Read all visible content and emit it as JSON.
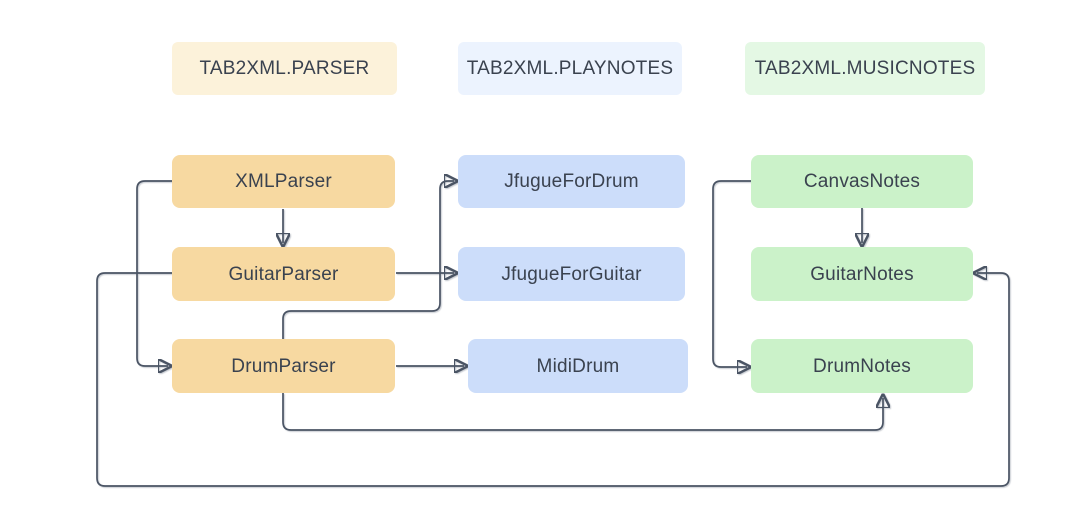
{
  "headers": {
    "parser": "TAB2XML.PARSER",
    "playnotes": "TAB2XML.PLAYNOTES",
    "musicnotes": "TAB2XML.MUSICNOTES"
  },
  "nodes": {
    "xmlparser": "XMLParser",
    "guitarparser": "GuitarParser",
    "drumparser": "DrumParser",
    "jfuguefordrum": "JfugueForDrum",
    "jfugueforguitar": "JfugueForGuitar",
    "mididrum": "MidiDrum",
    "canvasnotes": "CanvasNotes",
    "guitarnotes": "GuitarNotes",
    "drumnotes": "DrumNotes"
  },
  "groups": [
    {
      "title": "TAB2XML.PARSER",
      "nodes": [
        "XMLParser",
        "GuitarParser",
        "DrumParser"
      ]
    },
    {
      "title": "TAB2XML.PLAYNOTES",
      "nodes": [
        "JfugueForDrum",
        "JfugueForGuitar",
        "MidiDrum"
      ]
    },
    {
      "title": "TAB2XML.MUSICNOTES",
      "nodes": [
        "CanvasNotes",
        "GuitarNotes",
        "DrumNotes"
      ]
    }
  ],
  "edges": [
    {
      "from": "XMLParser",
      "to": "GuitarParser"
    },
    {
      "from": "XMLParser",
      "to": "DrumParser"
    },
    {
      "from": "GuitarParser",
      "to": "JfugueForGuitar"
    },
    {
      "from": "GuitarParser",
      "to": "GuitarNotes"
    },
    {
      "from": "DrumParser",
      "to": "JfugueForDrum"
    },
    {
      "from": "DrumParser",
      "to": "MidiDrum"
    },
    {
      "from": "DrumParser",
      "to": "DrumNotes"
    },
    {
      "from": "CanvasNotes",
      "to": "GuitarNotes"
    },
    {
      "from": "CanvasNotes",
      "to": "DrumNotes"
    }
  ],
  "colors": {
    "parser_node": "#f7d9a1",
    "parser_header": "#fcf2da",
    "playnotes_node": "#ccddfa",
    "playnotes_header": "#ecf3fe",
    "musicnotes_node": "#cbf2c9",
    "musicnotes_header": "#e4f8e4",
    "edge": "#4a5464",
    "text": "#3a424f",
    "background": "#ffffff"
  }
}
